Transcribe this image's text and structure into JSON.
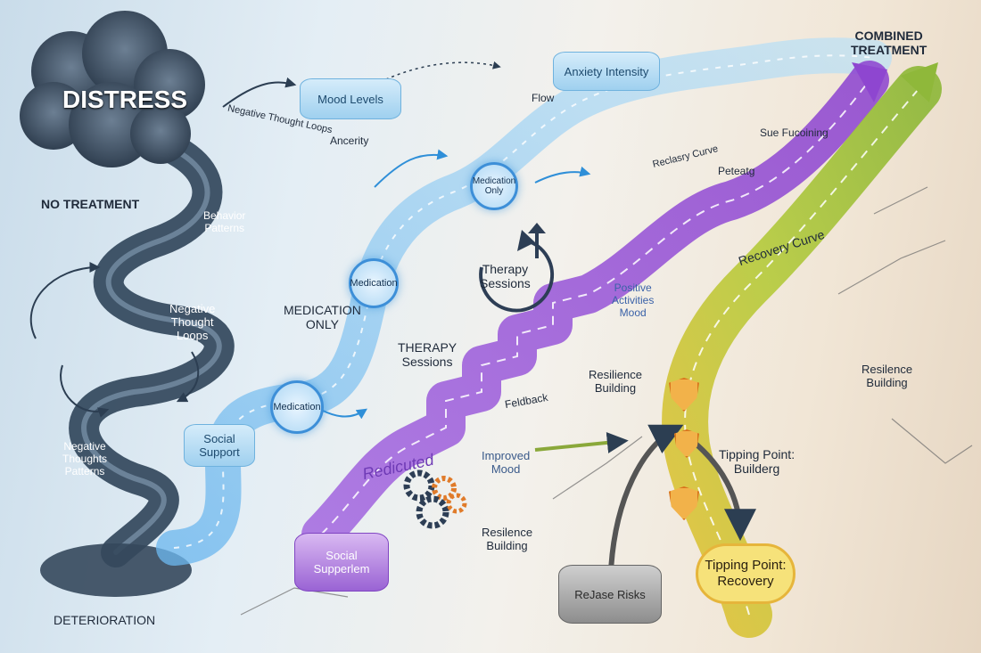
{
  "labels": {
    "distress": "DISTRESS",
    "no_treatment": "NO TREATMENT",
    "deterioration": "DETERIORATION",
    "medication_only": "MEDICATION\nONLY",
    "combined_treatment": "COMBINED\nTREATMENT",
    "therapy_sessions_caps": "THERAPY\nSessions",
    "therapy_sessions": "Therapy\nSessions",
    "negative_thought_loops_arc": "Negative Thought Loops",
    "behavior_patterns": "Behavior\nPatterns",
    "negative_thought_loops": "Negative\nThought\nLoops",
    "negative_thought_patterns": "Negative\nThoughts\nPatterns",
    "social_support": "Social\nSupport",
    "mood_levels": "Mood Levels",
    "anxiety": "Ancerity",
    "anxiety_intensity": "Anxiety Intensity",
    "flow": "Flow",
    "medication_node_1": "Medication",
    "medication_node_2": "Medication",
    "medication_only_node": "Medication\nOnly",
    "relapse_curve": "Reclasry Curve",
    "sue_fucoining": "Sue Fucoining",
    "peteatg": "Peteatg",
    "recovery_curve": "Recovery Curve",
    "positive_activities": "Positive\nActivities\nMood",
    "resilience_building_center": "Resilience\nBuilding",
    "resilience_building_bottom": "Resilence\nBuilding",
    "resilience_building_right": "Resilence\nBuilding",
    "feedback": "Feldback",
    "improved_mood": "Improved\nMood",
    "reducted": "Redicuted",
    "social_supperiem": "Social\nSupperlem",
    "tipping_point_builderg": "Tipping Point:\nBuilderg",
    "tipping_point_recovery": "Tipping Point:\nRecovery",
    "relapse_risks": "ReJase Risks"
  },
  "colors": {
    "no_treatment_path": "#2f4459",
    "medication_path": "#4aa3e6",
    "therapy_path": "#9a55d6",
    "combined_path": "#a7c43a",
    "tipping_bubble": "#f6e27a"
  }
}
